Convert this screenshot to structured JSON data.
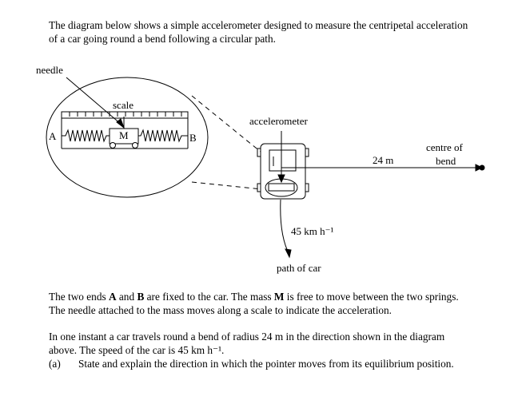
{
  "intro": {
    "line1": "The diagram below shows a simple accelerometer designed to measure the centripetal acceleration",
    "line2": "of a car going round a bend following a circular path."
  },
  "diagram_labels": {
    "needle": "needle",
    "scale": "scale",
    "mass": "M",
    "end_a": "A",
    "end_b": "B",
    "accelerometer": "accelerometer",
    "distance": "24 m",
    "centre_line1": "centre of",
    "centre_line2": "bend",
    "speed": "45 km h⁻¹",
    "path": "path of car"
  },
  "para2": {
    "line1_pre": "The two ends ",
    "line1_a": "A",
    "line1_and": " and ",
    "line1_b": "B",
    "line1_mid": " are fixed to the car. The mass ",
    "line1_m": "M",
    "line1_post": " is free to move between the two springs.",
    "line2": "The needle attached to the mass moves along a scale to indicate the acceleration."
  },
  "para3": {
    "line1": "In one instant a car travels round a bend of radius 24 m in the direction shown in the diagram",
    "line2": "above. The speed of the car is 45 km h⁻¹."
  },
  "question": {
    "label": "(a)",
    "text": "State and explain the direction in which the pointer moves from its equilibrium position."
  }
}
